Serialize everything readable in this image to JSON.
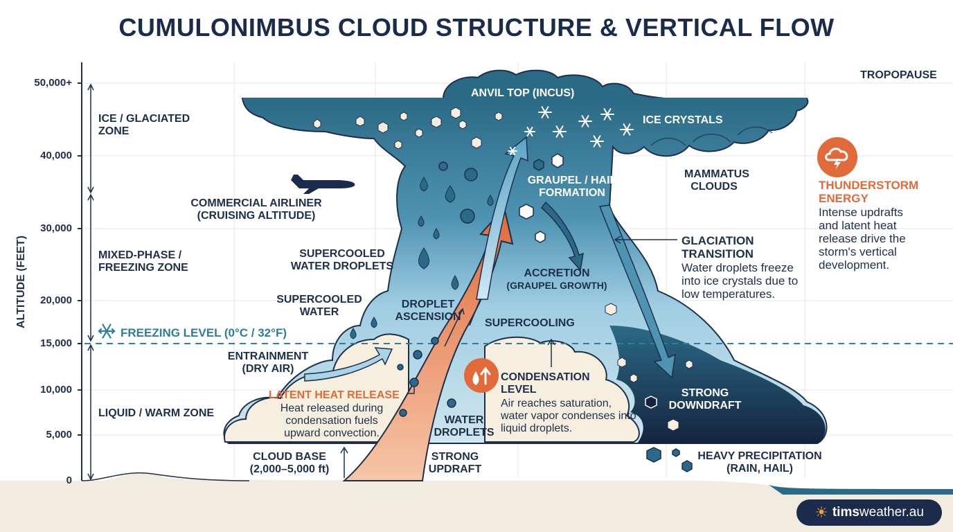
{
  "title": "CUMULONIMBUS CLOUD STRUCTURE & VERTICAL FLOW",
  "axis": {
    "title": "ALTITUDE (FEET)",
    "ticks": [
      "50,000+",
      "40,000",
      "30,000",
      "20,000",
      "15,000",
      "10,000",
      "5,000",
      "0"
    ]
  },
  "zones": {
    "ice": "ICE / GLACIATED ZONE",
    "mixed": "MIXED-PHASE / FREEZING ZONE",
    "liquid": "LIQUID / WARM ZONE"
  },
  "freezing_level": "FREEZING LEVEL (0°C / 32°F)",
  "labels": {
    "tropopause": "TROPOPAUSE",
    "anvil_top": "ANVIL TOP (INCUS)",
    "ice_crystals": "ICE CRYSTALS",
    "mammatus": "MAMMATUS CLOUDS",
    "airliner": "COMMERCIAL AIRLINER (CRUISING ALTITUDE)",
    "graupel": "GRAUPEL / HAIL FORMATION",
    "supercooled_droplets": "SUPERCOOLED WATER DROPLETS",
    "supercooled_water": "SUPERCOOLED WATER",
    "accretion": "ACCRETION",
    "accretion_sub": "(GRAUPEL GROWTH)",
    "droplet_ascension": "DROPLET ASCENSION",
    "supercooling": "SUPERCOOLING",
    "entrainment": "ENTRAINMENT (DRY AIR)",
    "latent_heat_title": "LATENT HEAT RELEASE",
    "latent_heat_desc": "Heat released during condensation fuels upward convection.",
    "condensation_title": "CONDENSATION LEVEL",
    "condensation_desc": "Air reaches saturation, water vapor condenses into liquid droplets.",
    "water_droplets": "WATER DROPLETS",
    "cloud_base": "CLOUD BASE (2,000–5,000 ft)",
    "strong_updraft": "STRONG UPDRAFT",
    "strong_downdraft": "STRONG DOWNDRAFT",
    "heavy_precip": "HEAVY PRECIPITATION (RAIN, HAIL)",
    "glaciation_title": "GLACIATION TRANSITION",
    "glaciation_desc": "Water droplets freeze into ice crystals due to low temperatures.",
    "thunderstorm_title": "THUNDERSTORM ENERGY",
    "thunderstorm_desc": "Intense updrafts and latent heat release drive the storm's vertical development."
  },
  "brand": {
    "part1": "tims",
    "part2": "weather.au"
  },
  "icons": [
    "snowflake-icon",
    "airplane-icon",
    "thunderstorm-icon",
    "sun-icon",
    "water-drop-icon",
    "hailstone-icon"
  ],
  "colors": {
    "title": "#1a2b4c",
    "cloud_dark": "#2b6a86",
    "cloud_light": "#a9d3e6",
    "downdraft": "#1b2c4d",
    "updraft": "#e06a3a",
    "freezing_line": "#2d7e98",
    "ground": "#f2ece0"
  }
}
